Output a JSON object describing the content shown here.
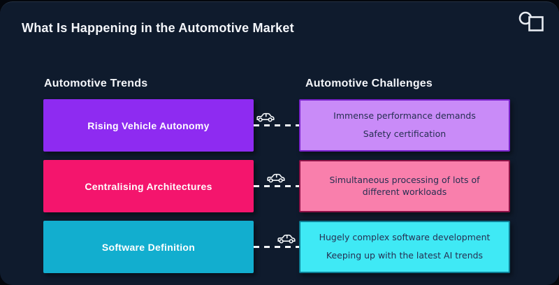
{
  "page": {
    "title": "What Is Happening in the Automotive Market",
    "background_color": "#0F1B2D",
    "logo_icon": "circle-square-logo",
    "accent_text_color": "#F4F6FA"
  },
  "headers": {
    "trends": "Automotive Trends",
    "challenges": "Automotive Challenges"
  },
  "connector": {
    "icon": "car-icon",
    "line_style": "dashed",
    "line_color": "#F2F5F8"
  },
  "rows": [
    {
      "trend": "Rising Vehicle Autonomy",
      "trend_color": "#8E2BF1",
      "trend_text_color": "#FFFFFF",
      "challenges": [
        "Immense performance demands",
        "Safety certification"
      ],
      "challenge_color": "#C98BF8",
      "challenge_border_color": "#7A22CC",
      "challenge_text_color": "#262F52",
      "car_position": "left"
    },
    {
      "trend": "Centralising Architectures",
      "trend_color": "#F4156D",
      "trend_text_color": "#FFFFFF",
      "challenges": [
        "Simultaneous processing of lots of different workloads"
      ],
      "challenge_color": "#F97FAC",
      "challenge_border_color": "#8E1247",
      "challenge_text_color": "#262F52",
      "car_position": "center"
    },
    {
      "trend": "Software Definition",
      "trend_color": "#12AECF",
      "trend_text_color": "#FFFFFF",
      "challenges": [
        "Hugely complex software development",
        "Keeping up with the latest AI trends"
      ],
      "challenge_color": "#3FE9F5",
      "challenge_border_color": "#0D7E94",
      "challenge_text_color": "#262F52",
      "car_position": "right"
    }
  ]
}
